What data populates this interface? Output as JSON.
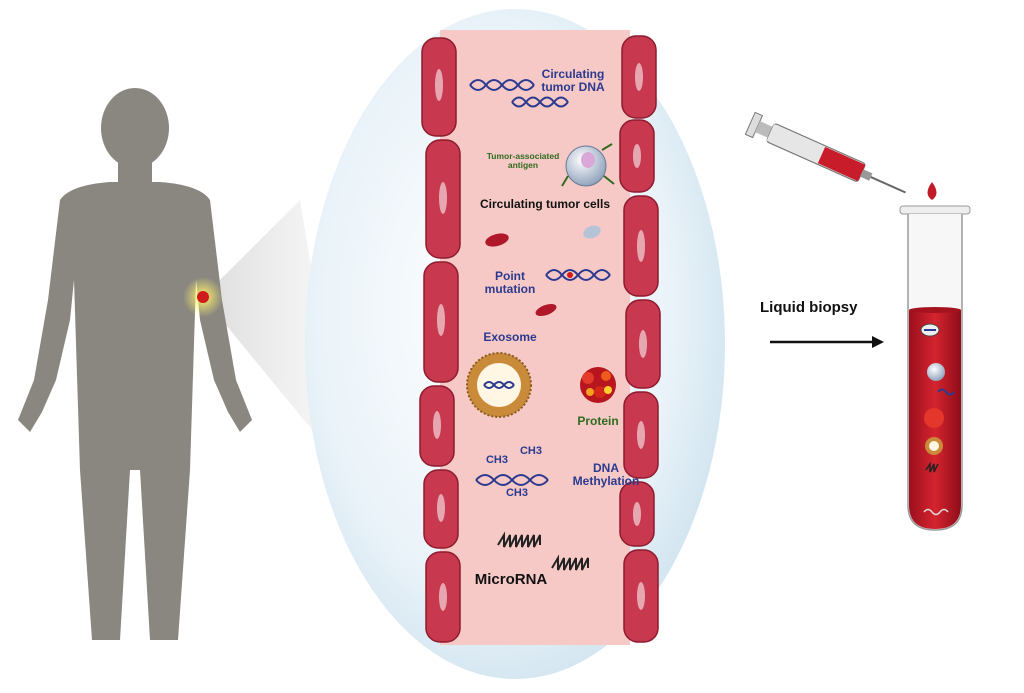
{
  "labels": {
    "ctdna_line1": "Circulating",
    "ctdna_line2": "tumor DNA",
    "antigen_line1": "Tumor-associated",
    "antigen_line2": "antigen",
    "ctc": "Circulating tumor cells",
    "point_line1": "Point",
    "point_line2": "mutation",
    "exosome": "Exosome",
    "protein": "Protein",
    "ch3_a": "CH3",
    "ch3_b": "CH3",
    "ch3_c": "CH3",
    "methyl_line1": "DNA",
    "methyl_line2": "Methylation",
    "microrna": "MicroRNA",
    "liquid_biopsy": "Liquid biopsy"
  },
  "colors": {
    "silhouette": "#8a8780",
    "vessel_wall": "#c8384f",
    "vessel_inner": "#f6c9c6",
    "ellipse_bg": "#dfeef7",
    "blood": "#c11b2a",
    "dna_blue": "#2b3a8f",
    "text_blue": "#2b3a8f",
    "text_green": "#2e6b1f"
  },
  "icons": [
    "human-silhouette-icon",
    "dna-helix-icon",
    "tumor-cell-icon",
    "red-blood-cell-icon",
    "exosome-icon",
    "protein-cluster-icon",
    "microrna-icon",
    "syringe-icon",
    "blood-drop-icon",
    "test-tube-icon",
    "arrow-right-icon"
  ]
}
